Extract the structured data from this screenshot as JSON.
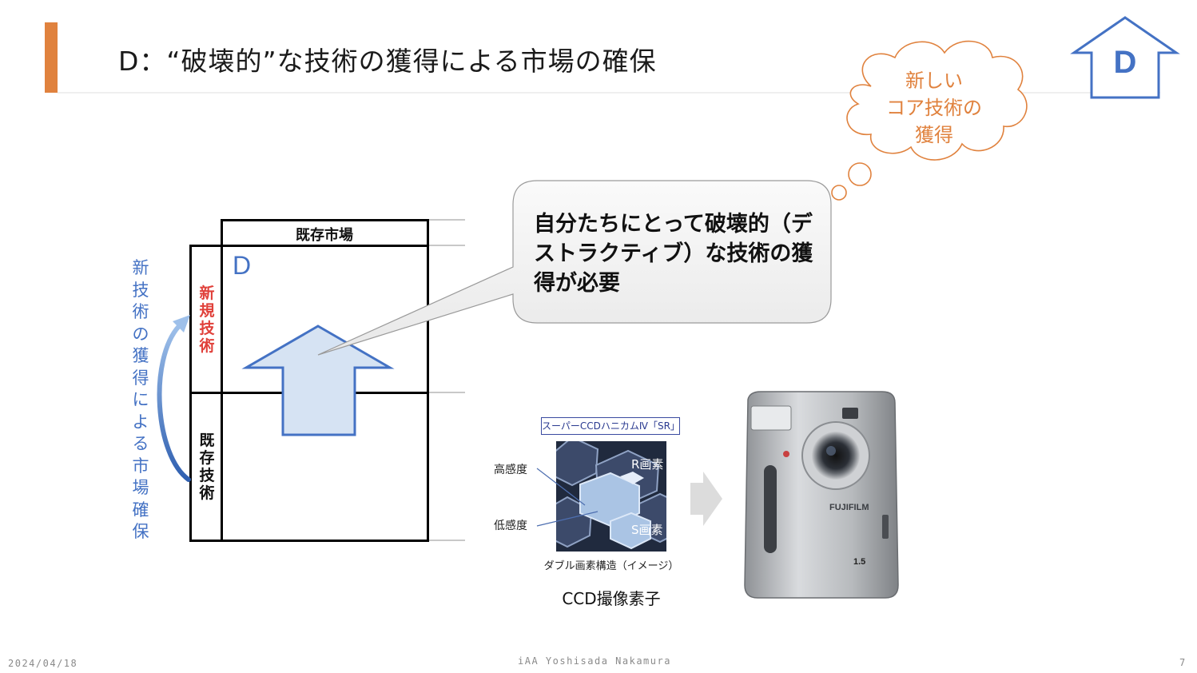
{
  "title": "D：“破壊的”な技術の獲得による市場の確保",
  "cloud": {
    "text": "新しい\nコア技術の\n獲得"
  },
  "house": {
    "letter": "D"
  },
  "matrix": {
    "market_label": "既存市場",
    "quadrant_label": "D",
    "new_tech_label": "新規技術",
    "existing_tech_label": "既存技術",
    "side_caption": "新技術の獲得による市場確保"
  },
  "callout": {
    "text": "自分たちにとって破壊的（デストラクティブ）な技術の獲得が必要"
  },
  "ccd": {
    "banner": "スーパーCCDハニカムⅣ「SR」",
    "high_sensitivity": "高感度",
    "low_sensitivity": "低感度",
    "r_pixel": "R画素",
    "s_pixel": "S画素",
    "caption": "ダブル画素構造（イメージ）",
    "title": "CCD撮像素子"
  },
  "camera": {
    "brand": "FUJIFILM",
    "megapixels": "1.5"
  },
  "colors": {
    "accent_orange": "#E0823E",
    "accent_blue": "#4472C4",
    "red_label": "#E0403A",
    "arrow_fill": "#D6E3F3"
  },
  "footer": {
    "date": "2024/04/18",
    "author": "iAA Yoshisada Nakamura",
    "page": "7"
  }
}
